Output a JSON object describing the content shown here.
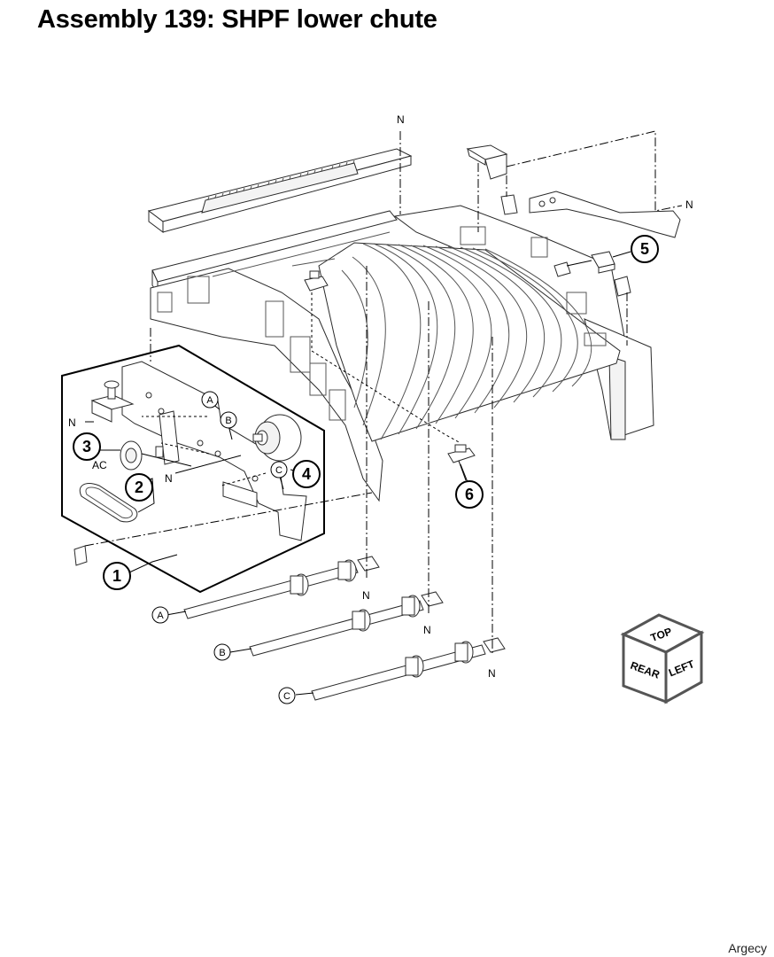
{
  "title": "Assembly 139: SHPF lower chute",
  "watermark": "Argecy",
  "callouts": [
    "1",
    "2",
    "3",
    "4",
    "5",
    "6"
  ],
  "letter_labels": {
    "a": "A",
    "b": "B",
    "c": "C"
  },
  "small_labels": {
    "n": "N",
    "ac": "AC"
  },
  "orientation_cube": {
    "top": "TOP",
    "rear": "REAR",
    "left": "LEFT"
  }
}
